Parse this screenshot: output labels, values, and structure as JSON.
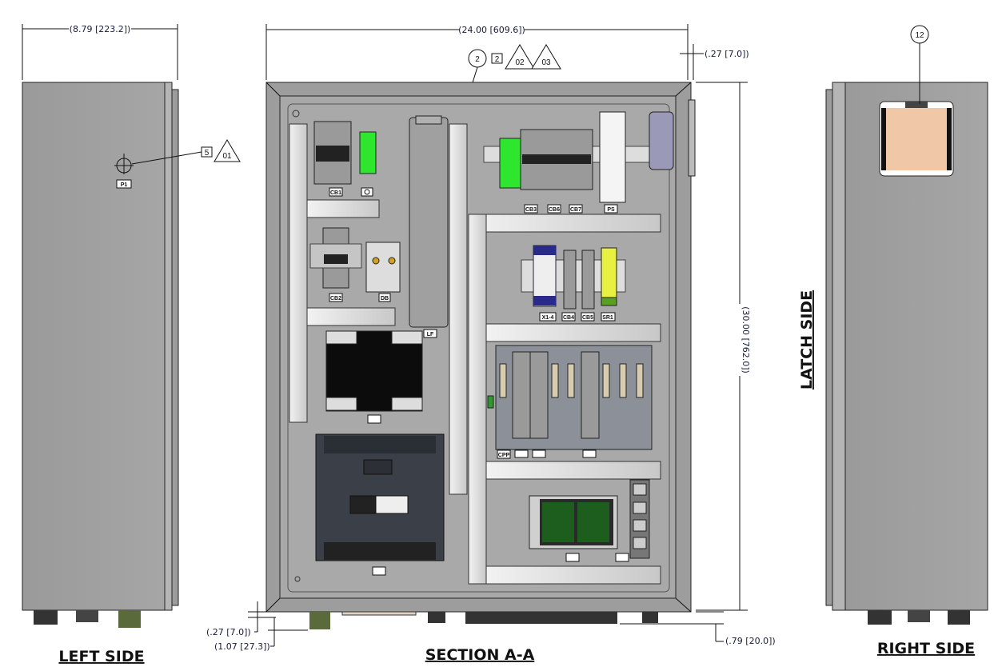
{
  "views": {
    "left": {
      "title": "LEFT SIDE",
      "width_dim": "(8.79 [223.2])",
      "part_label": "P1",
      "balloon_square": "5",
      "balloon_triangle": "01"
    },
    "section": {
      "title": "SECTION A-A",
      "width_dim": "(24.00 [609.6])",
      "height_dim": "(30.00 [762.0])",
      "door_offset_dim": "(.27 [7.0])",
      "bottom_dim_1": "(.27 [7.0])",
      "bottom_dim_2": "(1.07 [27.3])",
      "bottom_dim_3": "(.79 [20.0])",
      "balloon_circle": "2",
      "balloon_square": "2",
      "balloon_triangles": [
        "02",
        "03"
      ]
    },
    "latch": {
      "title": "LATCH SIDE"
    },
    "right": {
      "title": "RIGHT SIDE",
      "balloon_circle": "12"
    }
  },
  "component_labels": {
    "cb1": "CB1",
    "cb2": "CB2",
    "cb3": "CB3",
    "cb6": "CB6",
    "cb7": "CB7",
    "ps": "PS",
    "db": "DB",
    "x14": "X1-4",
    "cb4": "CB4",
    "cb5": "CB5",
    "sr1": "SR1",
    "lf": "LF",
    "cpp": "CPP"
  },
  "colors": {
    "enclosure": "#a2a2a2",
    "panel": "#a9a9a9",
    "duct": "#d9d9d9",
    "terminal_green": "#2ee62e",
    "relay_yellow": "#e8f040"
  }
}
